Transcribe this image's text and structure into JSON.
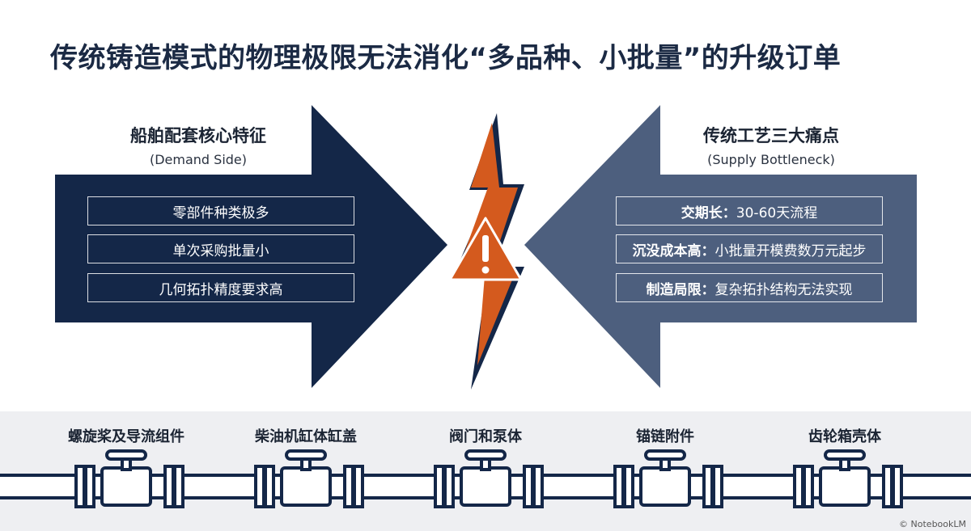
{
  "title": "传统铸造模式的物理极限无法消化“多品种、小批量”的升级订单",
  "demand": {
    "heading": "船舶配套核心特征",
    "subheading": "(Demand Side)",
    "items": [
      "零部件种类极多",
      "单次采购批量小",
      "几何拓扑精度要求高"
    ],
    "color": "#142748"
  },
  "supply": {
    "heading": "传统工艺三大痛点",
    "subheading": "(Supply Bottleneck)",
    "items": [
      {
        "label": "交期长：",
        "text": "30-60天流程"
      },
      {
        "label": "沉没成本高：",
        "text": "小批量开模费数万元起步"
      },
      {
        "label": "制造局限：",
        "text": "复杂拓扑结构无法实现"
      }
    ],
    "color": "#4d5f7e"
  },
  "center": {
    "bolt_icon": "lightning-bolt-icon",
    "warning_icon": "warning-triangle-icon",
    "warning_color": "#d45a1e"
  },
  "components": [
    "螺旋桨及导流组件",
    "柴油机缸体缸盖",
    "阀门和泵体",
    "锚链附件",
    "齿轮箱壳体"
  ],
  "watermark": "© NotebookLM"
}
